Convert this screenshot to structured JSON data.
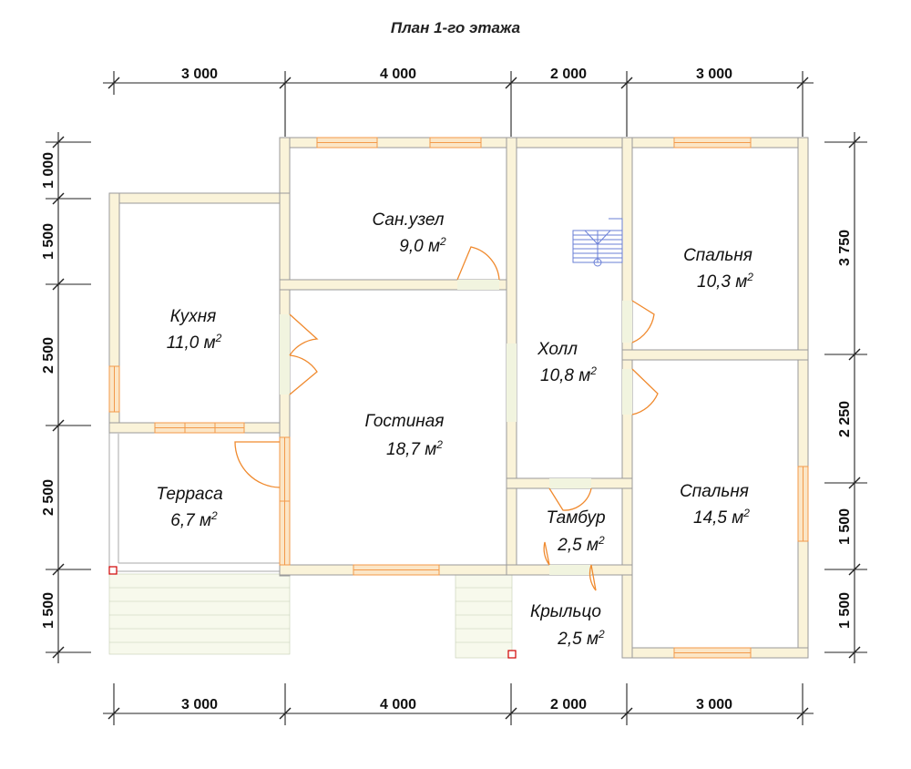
{
  "title": "План 1-го этажа",
  "dimensions": {
    "top": [
      "3 000",
      "4 000",
      "2 000",
      "3 000"
    ],
    "bottom": [
      "3 000",
      "4 000",
      "2 000",
      "3 000"
    ],
    "left": [
      "1 000",
      "1 500",
      "2 500",
      "2 500",
      "1 500"
    ],
    "right": [
      "3 750",
      "2 250",
      "1 500",
      "1 500"
    ]
  },
  "rooms": {
    "sanuzel": {
      "name": "Сан.узел",
      "area": "9,0 м",
      "unit_sup": "2"
    },
    "spalnya1": {
      "name": "Спальня",
      "area": "10,3 м",
      "unit_sup": "2"
    },
    "kuhnya": {
      "name": "Кухня",
      "area": "11,0 м",
      "unit_sup": "2"
    },
    "holl": {
      "name": "Холл",
      "area": "10,8 м",
      "unit_sup": "2"
    },
    "gostinaya": {
      "name": "Гостиная",
      "area": "18,7 м",
      "unit_sup": "2"
    },
    "terrasa": {
      "name": "Терраса",
      "area": "6,7 м",
      "unit_sup": "2"
    },
    "spalnya2": {
      "name": "Спальня",
      "area": "14,5 м",
      "unit_sup": "2"
    },
    "tambur": {
      "name": "Тамбур",
      "area": "2,5 м",
      "unit_sup": "2"
    },
    "krylco": {
      "name": "Крыльцо",
      "area": "2,5 м",
      "unit_sup": "2"
    }
  },
  "colors": {
    "wall_fill": "#faf3d9",
    "window": "#f39a4a",
    "door": "#f08a2e",
    "stair": "#6a7fd6",
    "post": "#d00000"
  }
}
